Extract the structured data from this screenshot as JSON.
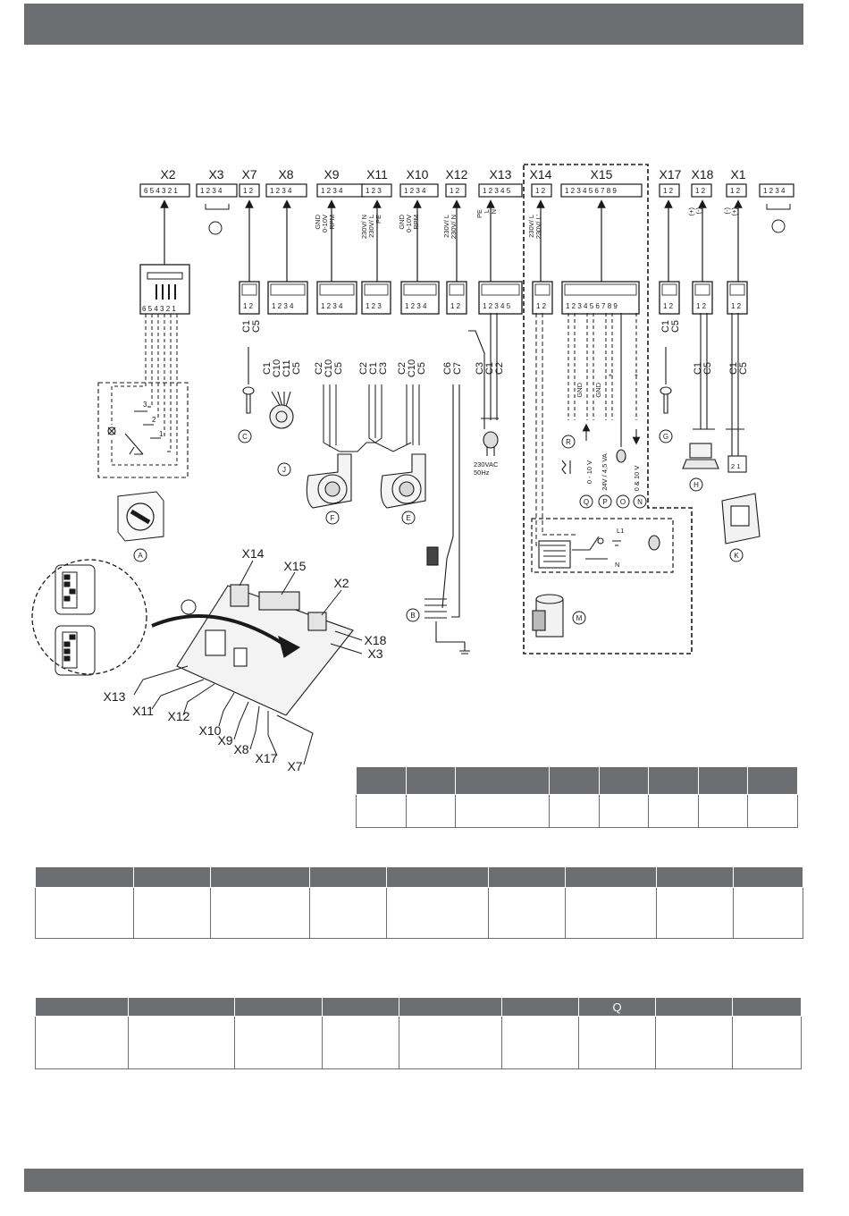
{
  "connectors_top": [
    {
      "id": "X2",
      "pins": "6 5 4 3 2 1"
    },
    {
      "id": "X3",
      "pins": "1 2 3 4"
    },
    {
      "id": "X7",
      "pins": "1 2"
    },
    {
      "id": "X8",
      "pins": "1 2 3 4"
    },
    {
      "id": "X9",
      "pins": "1 2 3 4"
    },
    {
      "id": "X11",
      "pins": "1 2 3"
    },
    {
      "id": "X10",
      "pins": "1 2 3 4"
    },
    {
      "id": "X12",
      "pins": "1 2"
    },
    {
      "id": "X13",
      "pins": "1 2 3 4 5"
    },
    {
      "id": "X14",
      "pins": "1 2"
    },
    {
      "id": "X15",
      "pins": "1 2 3 4 5 6 7 8 9"
    },
    {
      "id": "X17",
      "pins": "1 2"
    },
    {
      "id": "X18",
      "pins": "1 2"
    },
    {
      "id": "X1",
      "pins": "1 2"
    },
    {
      "id": "",
      "pins": "1 2 3 4"
    }
  ],
  "signals": {
    "x9": [
      "GND",
      "0-10V",
      "RPM"
    ],
    "x11": [
      "230V/ N",
      "230V/ L",
      "PE"
    ],
    "x10": [
      "GND",
      "0-10V",
      "RPM"
    ],
    "x12": [
      "230V/ L",
      "230V/ N"
    ],
    "x13": [
      "PE",
      "L",
      "N"
    ],
    "x14": [
      "230V/ L",
      "230V/ L'"
    ],
    "x18": [
      "(+)",
      "(-)"
    ],
    "x1": [
      "(-)",
      "(+)"
    ]
  },
  "plug_pins": {
    "x2": "6 5 4 3 2 1",
    "x7": "1 2",
    "x8": "1 2 3 4",
    "x9": "1 2 3 4",
    "x11": "1 2 3",
    "x10": "1 2 3 4",
    "x12": "1 2",
    "x13": "1 2 3 4 5",
    "x14": "1 2",
    "x15": "1 2 3 4 5 6 7 8 9",
    "x17": "1 2",
    "x18": "1 2",
    "x1": "1 2"
  },
  "cables": {
    "x7": [
      "C1",
      "C5"
    ],
    "x8": [
      "C1",
      "C10",
      "C11",
      "C5"
    ],
    "x9": [
      "C2",
      "C10",
      "C5"
    ],
    "x11": [
      "C2",
      "C1",
      "C3"
    ],
    "x10": [
      "C2",
      "C10",
      "C5"
    ],
    "x12": [
      "C6",
      "C7"
    ],
    "x13": [
      "C3",
      "C1",
      "C2"
    ],
    "x17": [
      "C1",
      "C5"
    ],
    "x18": [
      "C1",
      "C5"
    ],
    "x1": [
      "C1",
      "C5"
    ]
  },
  "x15_signals": [
    "GND",
    "GND",
    "+",
    "+"
  ],
  "x15_bottom": [
    "0 - 10 V",
    "24V / 4,5 VA",
    "0 & 10 V"
  ],
  "mains_label": [
    "230VAC",
    "50Hz"
  ],
  "switch_pins": [
    "3",
    "2",
    "1"
  ],
  "terminal_pins": "2 1",
  "relay_labels": {
    "l1": "L1",
    "n": "N"
  },
  "component_letters": {
    "a": "A",
    "b": "B",
    "c": "C",
    "e": "E",
    "f": "F",
    "g": "G",
    "h": "H",
    "j": "J",
    "k": "K",
    "m": "M",
    "n": "N",
    "o": "O",
    "p": "P",
    "q": "Q",
    "r": "R"
  },
  "board_labels": [
    "X14",
    "X15",
    "X2",
    "X18",
    "X3",
    "X13",
    "X11",
    "X12",
    "X10",
    "X9",
    "X8",
    "X17",
    "X7"
  ],
  "table_small": {
    "headers": [
      "",
      "",
      "",
      "",
      "",
      "",
      "",
      ""
    ],
    "row": [
      "",
      "",
      "",
      "",
      "",
      "",
      "",
      ""
    ]
  },
  "table_mid": {
    "headers": [
      "",
      "",
      "",
      "",
      "",
      "",
      "",
      "",
      "",
      ""
    ],
    "row": [
      "",
      "",
      "",
      "",
      "",
      "",
      "",
      "",
      "",
      ""
    ]
  },
  "table_bottom": {
    "headers": [
      "",
      "",
      "",
      "",
      "",
      "",
      "Q",
      "",
      "",
      ""
    ],
    "row": [
      "",
      "",
      "",
      "",
      "",
      "",
      "",
      "",
      "",
      ""
    ]
  },
  "colors": {
    "bar": "#6d6e71",
    "line": "#1a1a1a"
  }
}
